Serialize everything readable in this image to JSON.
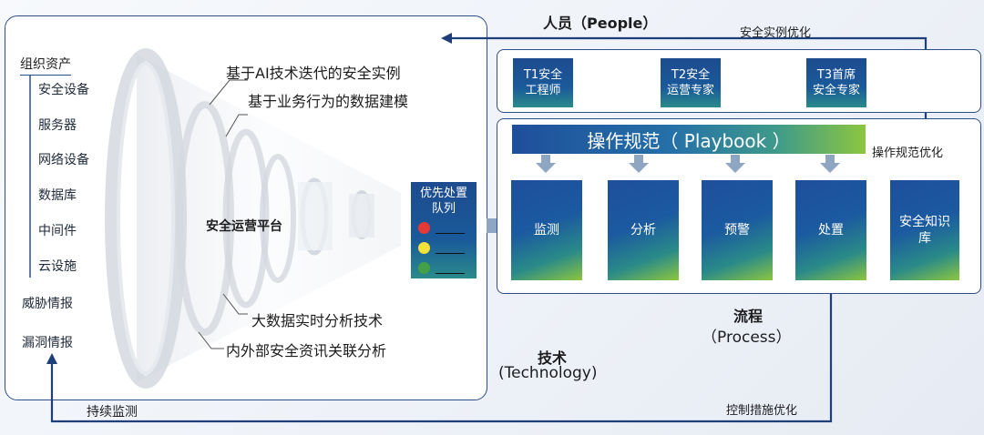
{
  "people": {
    "label": "人员（People）",
    "optimize": "安全实例优化"
  },
  "technology": {
    "label": "技术",
    "sub": "(Technology)"
  },
  "process": {
    "label": "流程",
    "sub": "（Process）"
  },
  "assets": {
    "title": "组织资产",
    "items": [
      "安全设备",
      "服务器",
      "网络设备",
      "数据库",
      "中间件",
      "云设施"
    ],
    "extra": [
      "威胁情报",
      "漏洞情报"
    ]
  },
  "platform": {
    "center": "安全运营平台",
    "annotations_top": [
      "基于AI技术迭代的安全实例",
      "基于业务行为的数据建模"
    ],
    "annotations_bottom": [
      "大数据实时分析技术",
      "内外部安全资讯关联分析"
    ]
  },
  "queue": {
    "title": "优先处置队列",
    "dots": [
      "#e53935",
      "#f4e23a",
      "#43a047"
    ]
  },
  "experts": [
    "T1安全工程师",
    "T2安全运营专家",
    "T3首席安全专家"
  ],
  "expert_lines": [
    [
      "T1安全",
      "工程师"
    ],
    [
      "T2安全",
      "运营专家"
    ],
    [
      "T3首席",
      "安全专家"
    ]
  ],
  "playbook": "操作规范（ Playbook ）",
  "playbook_optimize": "操作规范优化",
  "steps": [
    "监测",
    "分析",
    "预警",
    "处置"
  ],
  "knowledge": [
    "安全知识",
    "库"
  ],
  "continuous": "持续监测",
  "control_optimize": "控制措施优化",
  "colors": {
    "border": "#2e4f86",
    "arrow": "#1f3f7a",
    "box_blue": "#1e4f9a",
    "box_green": "#8cc63f"
  }
}
